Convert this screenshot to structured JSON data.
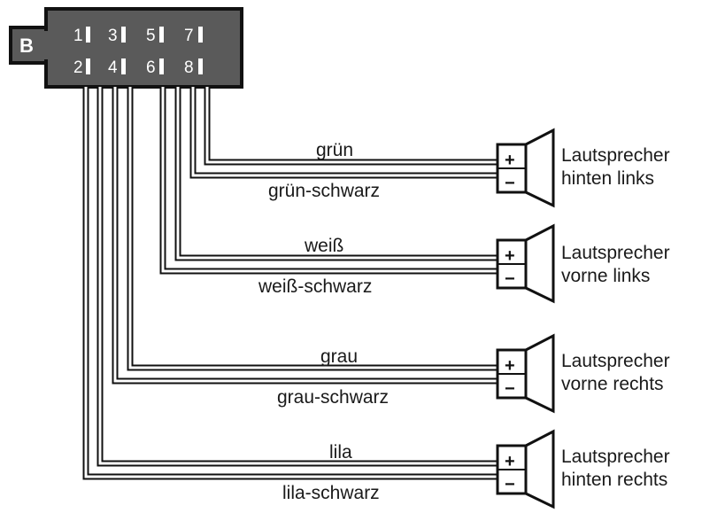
{
  "connector": {
    "letter": "B",
    "pins": [
      {
        "id": "1"
      },
      {
        "id": "3"
      },
      {
        "id": "5"
      },
      {
        "id": "7"
      },
      {
        "id": "2"
      },
      {
        "id": "4"
      },
      {
        "id": "6"
      },
      {
        "id": "8"
      }
    ]
  },
  "speakers": [
    {
      "line1": "Lautsprecher",
      "line2": "hinten links",
      "plus": "+",
      "minus": "−",
      "wire_plus": "grün",
      "wire_minus": "grün-schwarz"
    },
    {
      "line1": "Lautsprecher",
      "line2": "vorne links",
      "plus": "+",
      "minus": "−",
      "wire_plus": "weiß",
      "wire_minus": "weiß-schwarz"
    },
    {
      "line1": "Lautsprecher",
      "line2": "vorne rechts",
      "plus": "+",
      "minus": "−",
      "wire_plus": "grau",
      "wire_minus": "grau-schwarz"
    },
    {
      "line1": "Lautsprecher",
      "line2": "hinten rechts",
      "plus": "+",
      "minus": "−",
      "wire_plus": "lila",
      "wire_minus": "lila-schwarz"
    }
  ],
  "colors": {
    "connector_fill": "#5a5a5a",
    "line": "#111111",
    "background": "#ffffff"
  }
}
